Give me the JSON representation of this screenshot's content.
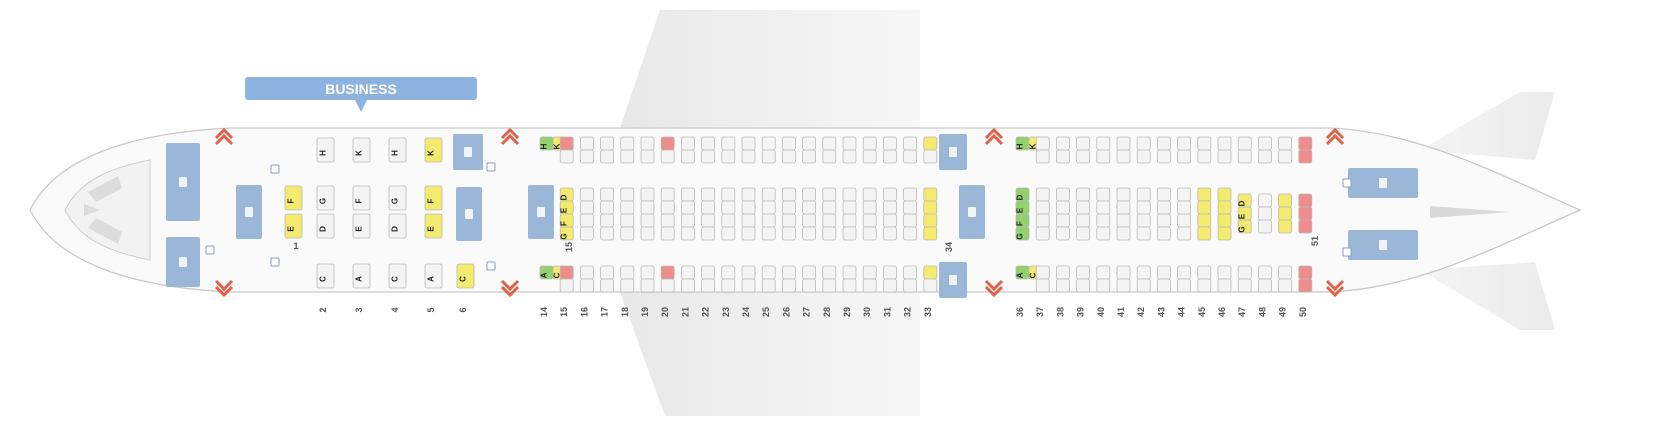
{
  "cabin": {
    "business_label": "BUSINESS"
  },
  "colors": {
    "standard_seat": "#f4f4f4",
    "standard_border": "#b9b9b9",
    "yellow_seat": "#f3ea6e",
    "green_seat": "#93d16d",
    "red_seat": "#ef8c8c",
    "facility": "#9bb7d8",
    "exit_arrow": "#e0624a",
    "label_bar": "#8fb3e0"
  },
  "business": {
    "row_numbers": [
      "1",
      "2",
      "3",
      "4",
      "5",
      "6"
    ],
    "seats": [
      {
        "row": "2",
        "letter": "H",
        "color": "standard"
      },
      {
        "row": "2",
        "letter": "C",
        "color": "standard"
      },
      {
        "row": "3",
        "letter": "K",
        "color": "standard"
      },
      {
        "row": "3",
        "letter": "A",
        "color": "standard"
      },
      {
        "row": "4",
        "letter": "H",
        "color": "standard"
      },
      {
        "row": "4",
        "letter": "C",
        "color": "standard"
      },
      {
        "row": "5",
        "letter": "K",
        "color": "yellow"
      },
      {
        "row": "5",
        "letter": "A",
        "color": "standard"
      },
      {
        "row": "6",
        "letter": "C",
        "color": "yellow"
      },
      {
        "row": "1",
        "letter": "F",
        "color": "yellow"
      },
      {
        "row": "1",
        "letter": "E",
        "color": "yellow"
      },
      {
        "row": "2",
        "letter": "G",
        "color": "standard"
      },
      {
        "row": "2",
        "letter": "D",
        "color": "standard"
      },
      {
        "row": "3",
        "letter": "F",
        "color": "standard"
      },
      {
        "row": "3",
        "letter": "E",
        "color": "standard"
      },
      {
        "row": "4",
        "letter": "G",
        "color": "standard"
      },
      {
        "row": "4",
        "letter": "D",
        "color": "standard"
      },
      {
        "row": "5",
        "letter": "F",
        "color": "yellow"
      },
      {
        "row": "5",
        "letter": "E",
        "color": "yellow"
      }
    ]
  },
  "economy": {
    "row_numbers_front": [
      "14",
      "15",
      "16",
      "17",
      "18",
      "19",
      "20",
      "21",
      "22",
      "23",
      "24",
      "25",
      "26",
      "27",
      "28",
      "29",
      "30",
      "31",
      "32",
      "33"
    ],
    "row_numbers_rear": [
      "36",
      "37",
      "38",
      "39",
      "40",
      "41",
      "42",
      "43",
      "44",
      "45",
      "46",
      "47",
      "48",
      "49",
      "50"
    ],
    "side_labels": [
      "15",
      "34",
      "51"
    ],
    "center_labels_front": [
      "D",
      "E",
      "F",
      "G"
    ],
    "center_labels_rear_a": [
      "D",
      "E",
      "F",
      "G"
    ],
    "center_labels_rear_b": [
      "D",
      "E",
      "G"
    ],
    "side_labels_top": [
      "H",
      "K"
    ],
    "side_labels_bottom": [
      "A",
      "C"
    ],
    "special_seats": [
      {
        "row": "15",
        "block": "top",
        "color": "red"
      },
      {
        "row": "20",
        "block": "top",
        "color": "red"
      },
      {
        "row": "15",
        "block": "bottom",
        "color": "red"
      },
      {
        "row": "20",
        "block": "bottom",
        "color": "red"
      },
      {
        "row": "33",
        "block": "top",
        "color": "yellow"
      },
      {
        "row": "33",
        "block": "bottom",
        "color": "yellow"
      },
      {
        "row": "33",
        "block": "center",
        "color": "yellow"
      },
      {
        "row": "45",
        "block": "center",
        "color": "yellow"
      },
      {
        "row": "46",
        "block": "center",
        "color": "yellow"
      },
      {
        "row": "49",
        "block": "center",
        "color": "yellow"
      },
      {
        "row": "50",
        "block": "top",
        "color": "red"
      },
      {
        "row": "50",
        "block": "bottom",
        "color": "red"
      },
      {
        "row": "50",
        "block": "center",
        "color": "red"
      }
    ]
  },
  "icons": [
    "lavatory-icon",
    "galley-icon",
    "exit-arrow-icon",
    "bassinet-icon"
  ]
}
